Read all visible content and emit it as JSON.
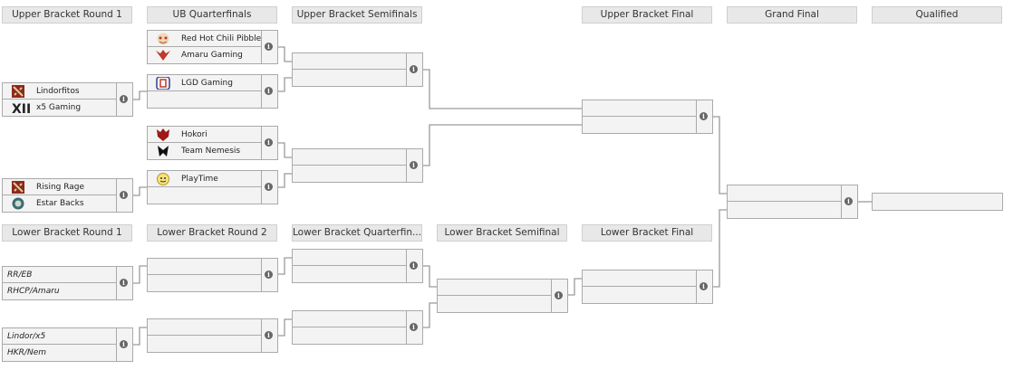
{
  "headers": {
    "ub_r1": "Upper Bracket Round 1",
    "ub_qf": "UB Quarterfinals",
    "ub_sf": "Upper Bracket Semifinals",
    "ub_f": "Upper Bracket Final",
    "gf": "Grand Final",
    "qualified": "Qualified",
    "lb_r1": "Lower Bracket Round 1",
    "lb_r2": "Lower Bracket Round 2",
    "lb_qf": "Lower Bracket Quarterfin...",
    "lb_sf": "Lower Bracket Semifinal",
    "lb_f": "Lower Bracket Final"
  },
  "matches": {
    "ub_r1_a": {
      "team1": "Lindorfitos",
      "team2": "x5 Gaming",
      "icon1": "dota-icon",
      "icon2": "x5-gaming-logo"
    },
    "ub_r1_b": {
      "team1": "Rising Rage",
      "team2": "Estar Backs",
      "icon1": "dota-icon",
      "icon2": "estar-backs-logo"
    },
    "ub_qf_a": {
      "team1": "Red Hot Chili Pibble",
      "team2": "Amaru Gaming",
      "icon1": "pibble-logo",
      "icon2": "amaru-logo"
    },
    "ub_qf_b": {
      "team1": "LGD Gaming",
      "team2": "",
      "icon1": "lgd-logo"
    },
    "ub_qf_c": {
      "team1": "Hokori",
      "team2": "Team Nemesis",
      "icon1": "hokori-logo",
      "icon2": "nemesis-logo"
    },
    "ub_qf_d": {
      "team1": "PlayTime",
      "team2": "",
      "icon1": "playtime-logo"
    },
    "lb_r1_a": {
      "team1": "RR/EB",
      "team2": "RHCP/Amaru"
    },
    "lb_r1_b": {
      "team1": "Lindor/x5",
      "team2": "HKR/Nem"
    }
  },
  "info_glyph": "i",
  "colors": {
    "header_bg": "#e8e8e8",
    "cell_bg": "#f3f3f3",
    "border": "#aaaaaa",
    "line": "#9a9a9a"
  }
}
